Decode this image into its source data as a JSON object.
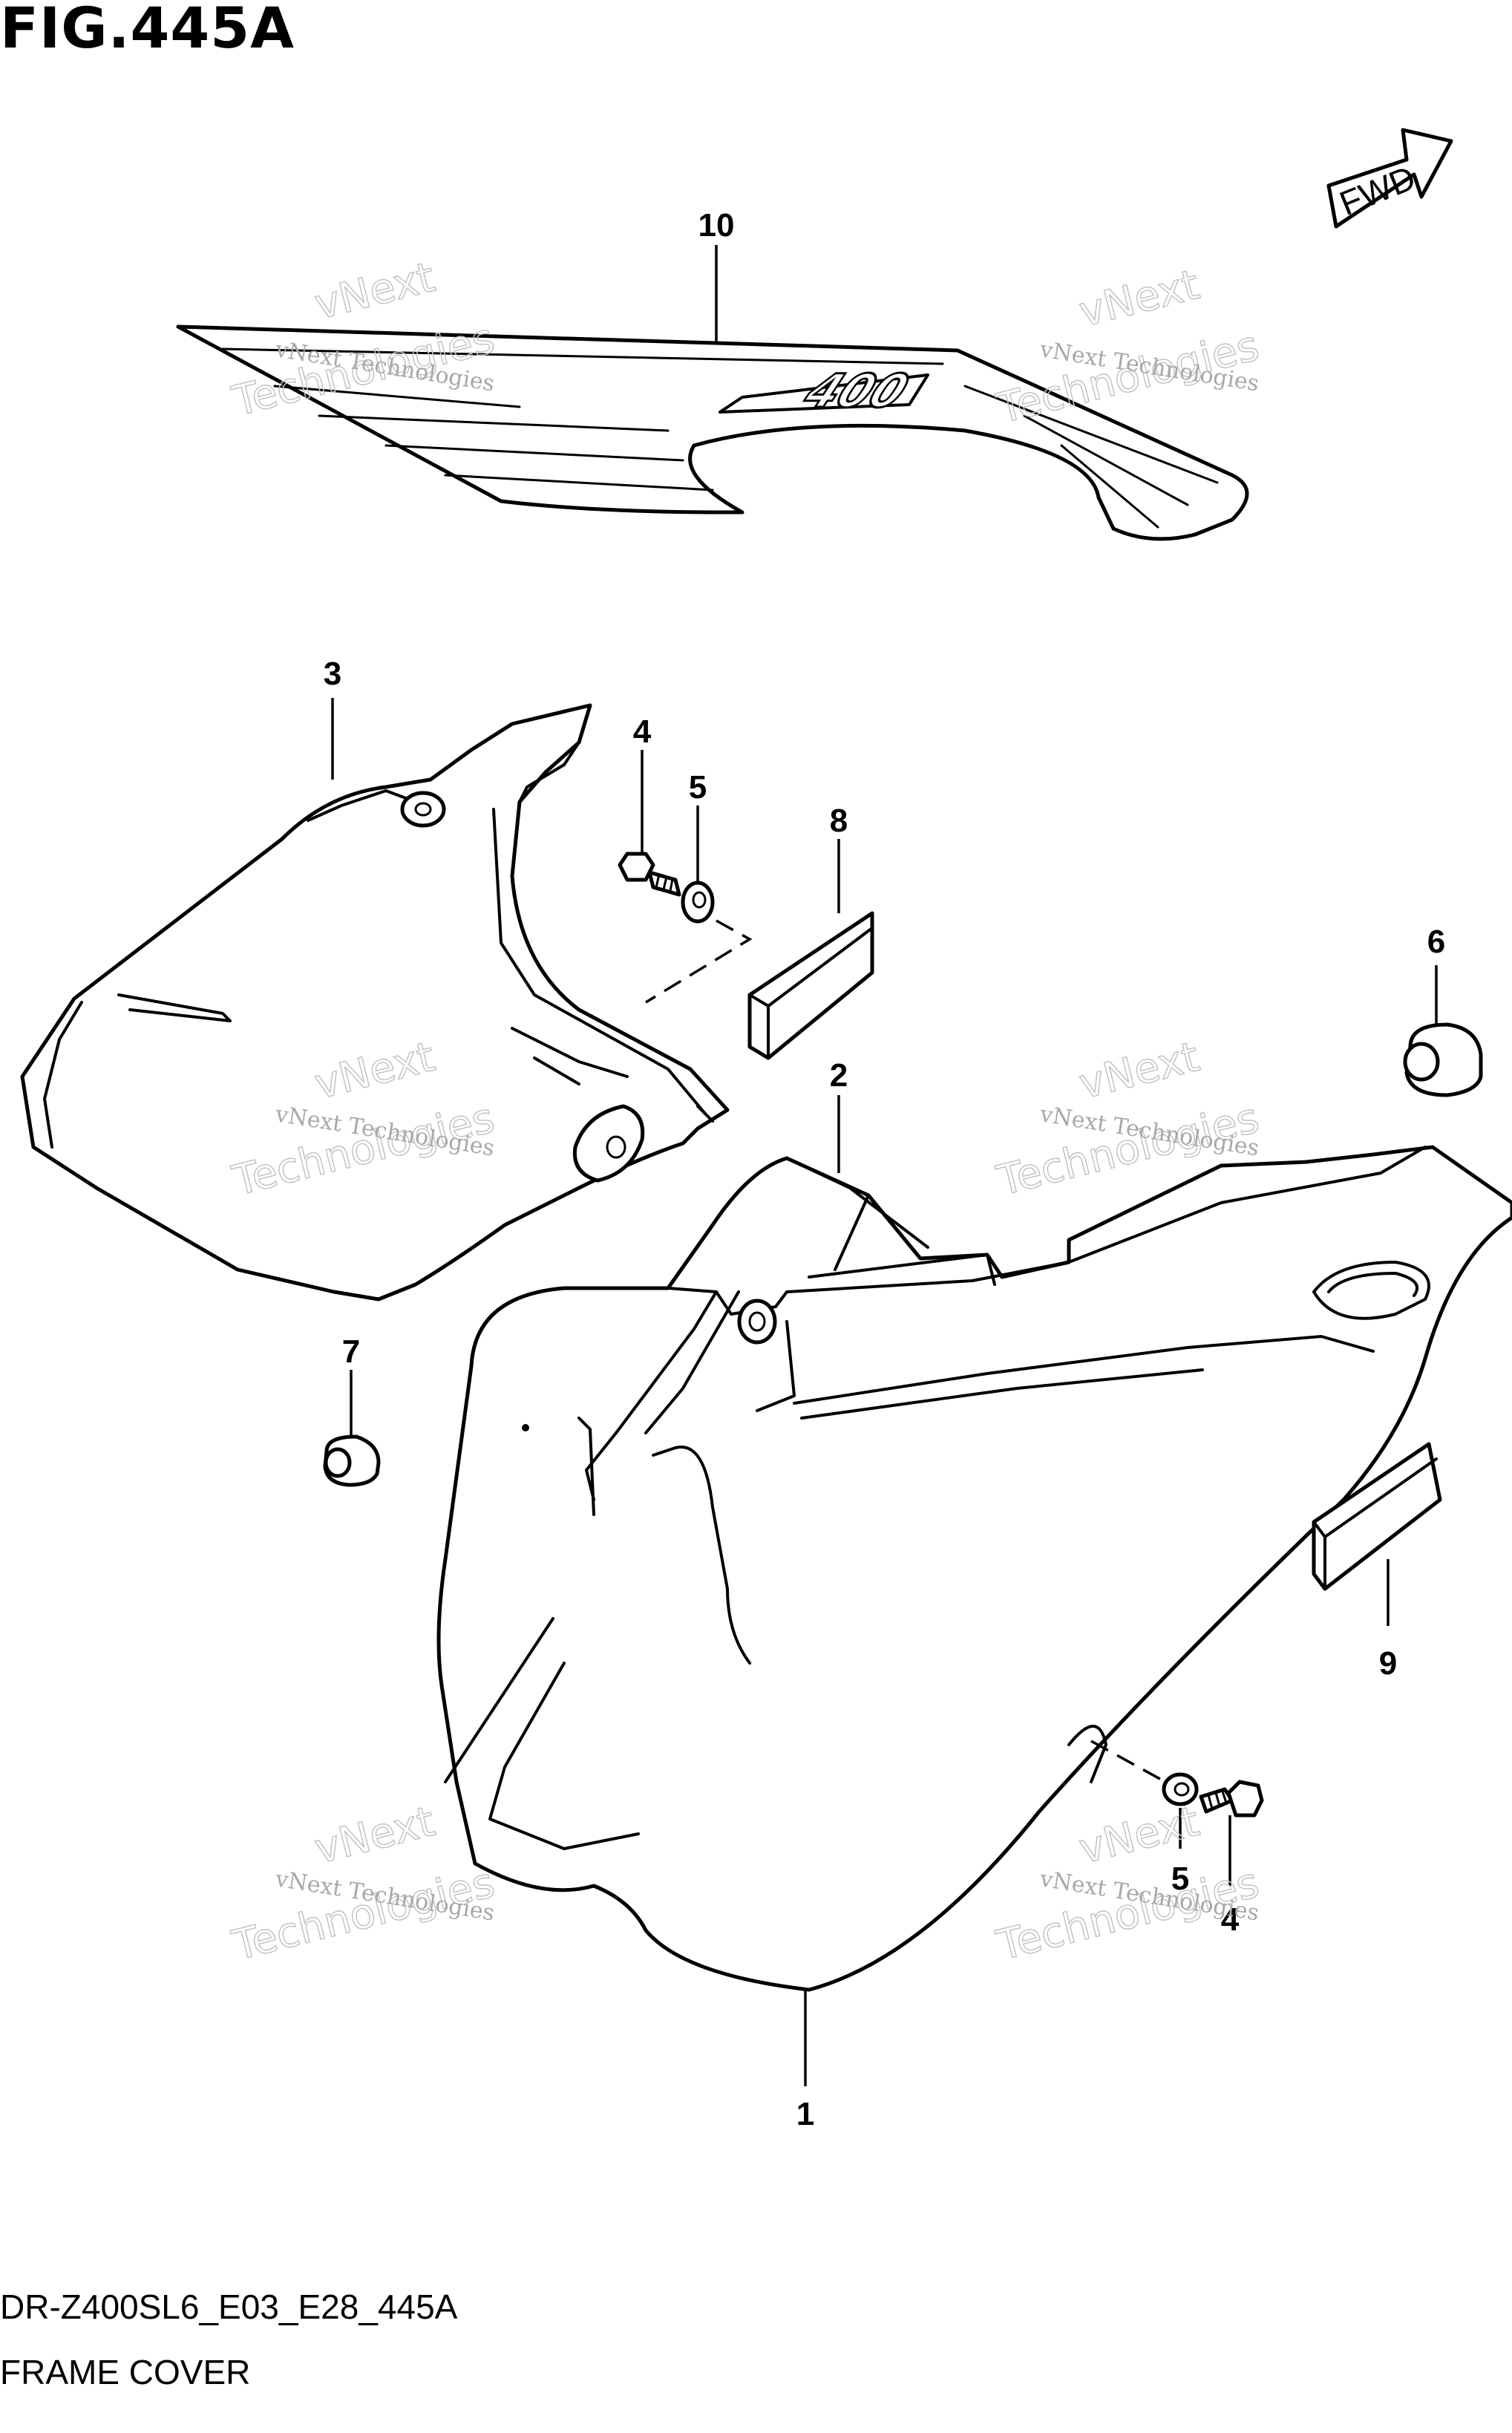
{
  "figure": {
    "title": "FIG.445A"
  },
  "footer": {
    "code": "DR-Z400SL6_E03_E28_445A",
    "caption": "FRAME COVER"
  },
  "direction_arrow": {
    "label": "FWD",
    "icon": "forward-arrow-icon"
  },
  "decal_text": "400",
  "watermark": {
    "line1": "vNext Technologies",
    "line2": "vNext",
    "line3": "Technologies"
  },
  "callouts": [
    {
      "id": "c10",
      "label": "10"
    },
    {
      "id": "c3",
      "label": "3"
    },
    {
      "id": "c4a",
      "label": "4"
    },
    {
      "id": "c5a",
      "label": "5"
    },
    {
      "id": "c8",
      "label": "8"
    },
    {
      "id": "c6",
      "label": "6"
    },
    {
      "id": "c2",
      "label": "2"
    },
    {
      "id": "c7",
      "label": "7"
    },
    {
      "id": "c9",
      "label": "9"
    },
    {
      "id": "c5b",
      "label": "5"
    },
    {
      "id": "c4b",
      "label": "4"
    },
    {
      "id": "c1",
      "label": "1"
    }
  ]
}
